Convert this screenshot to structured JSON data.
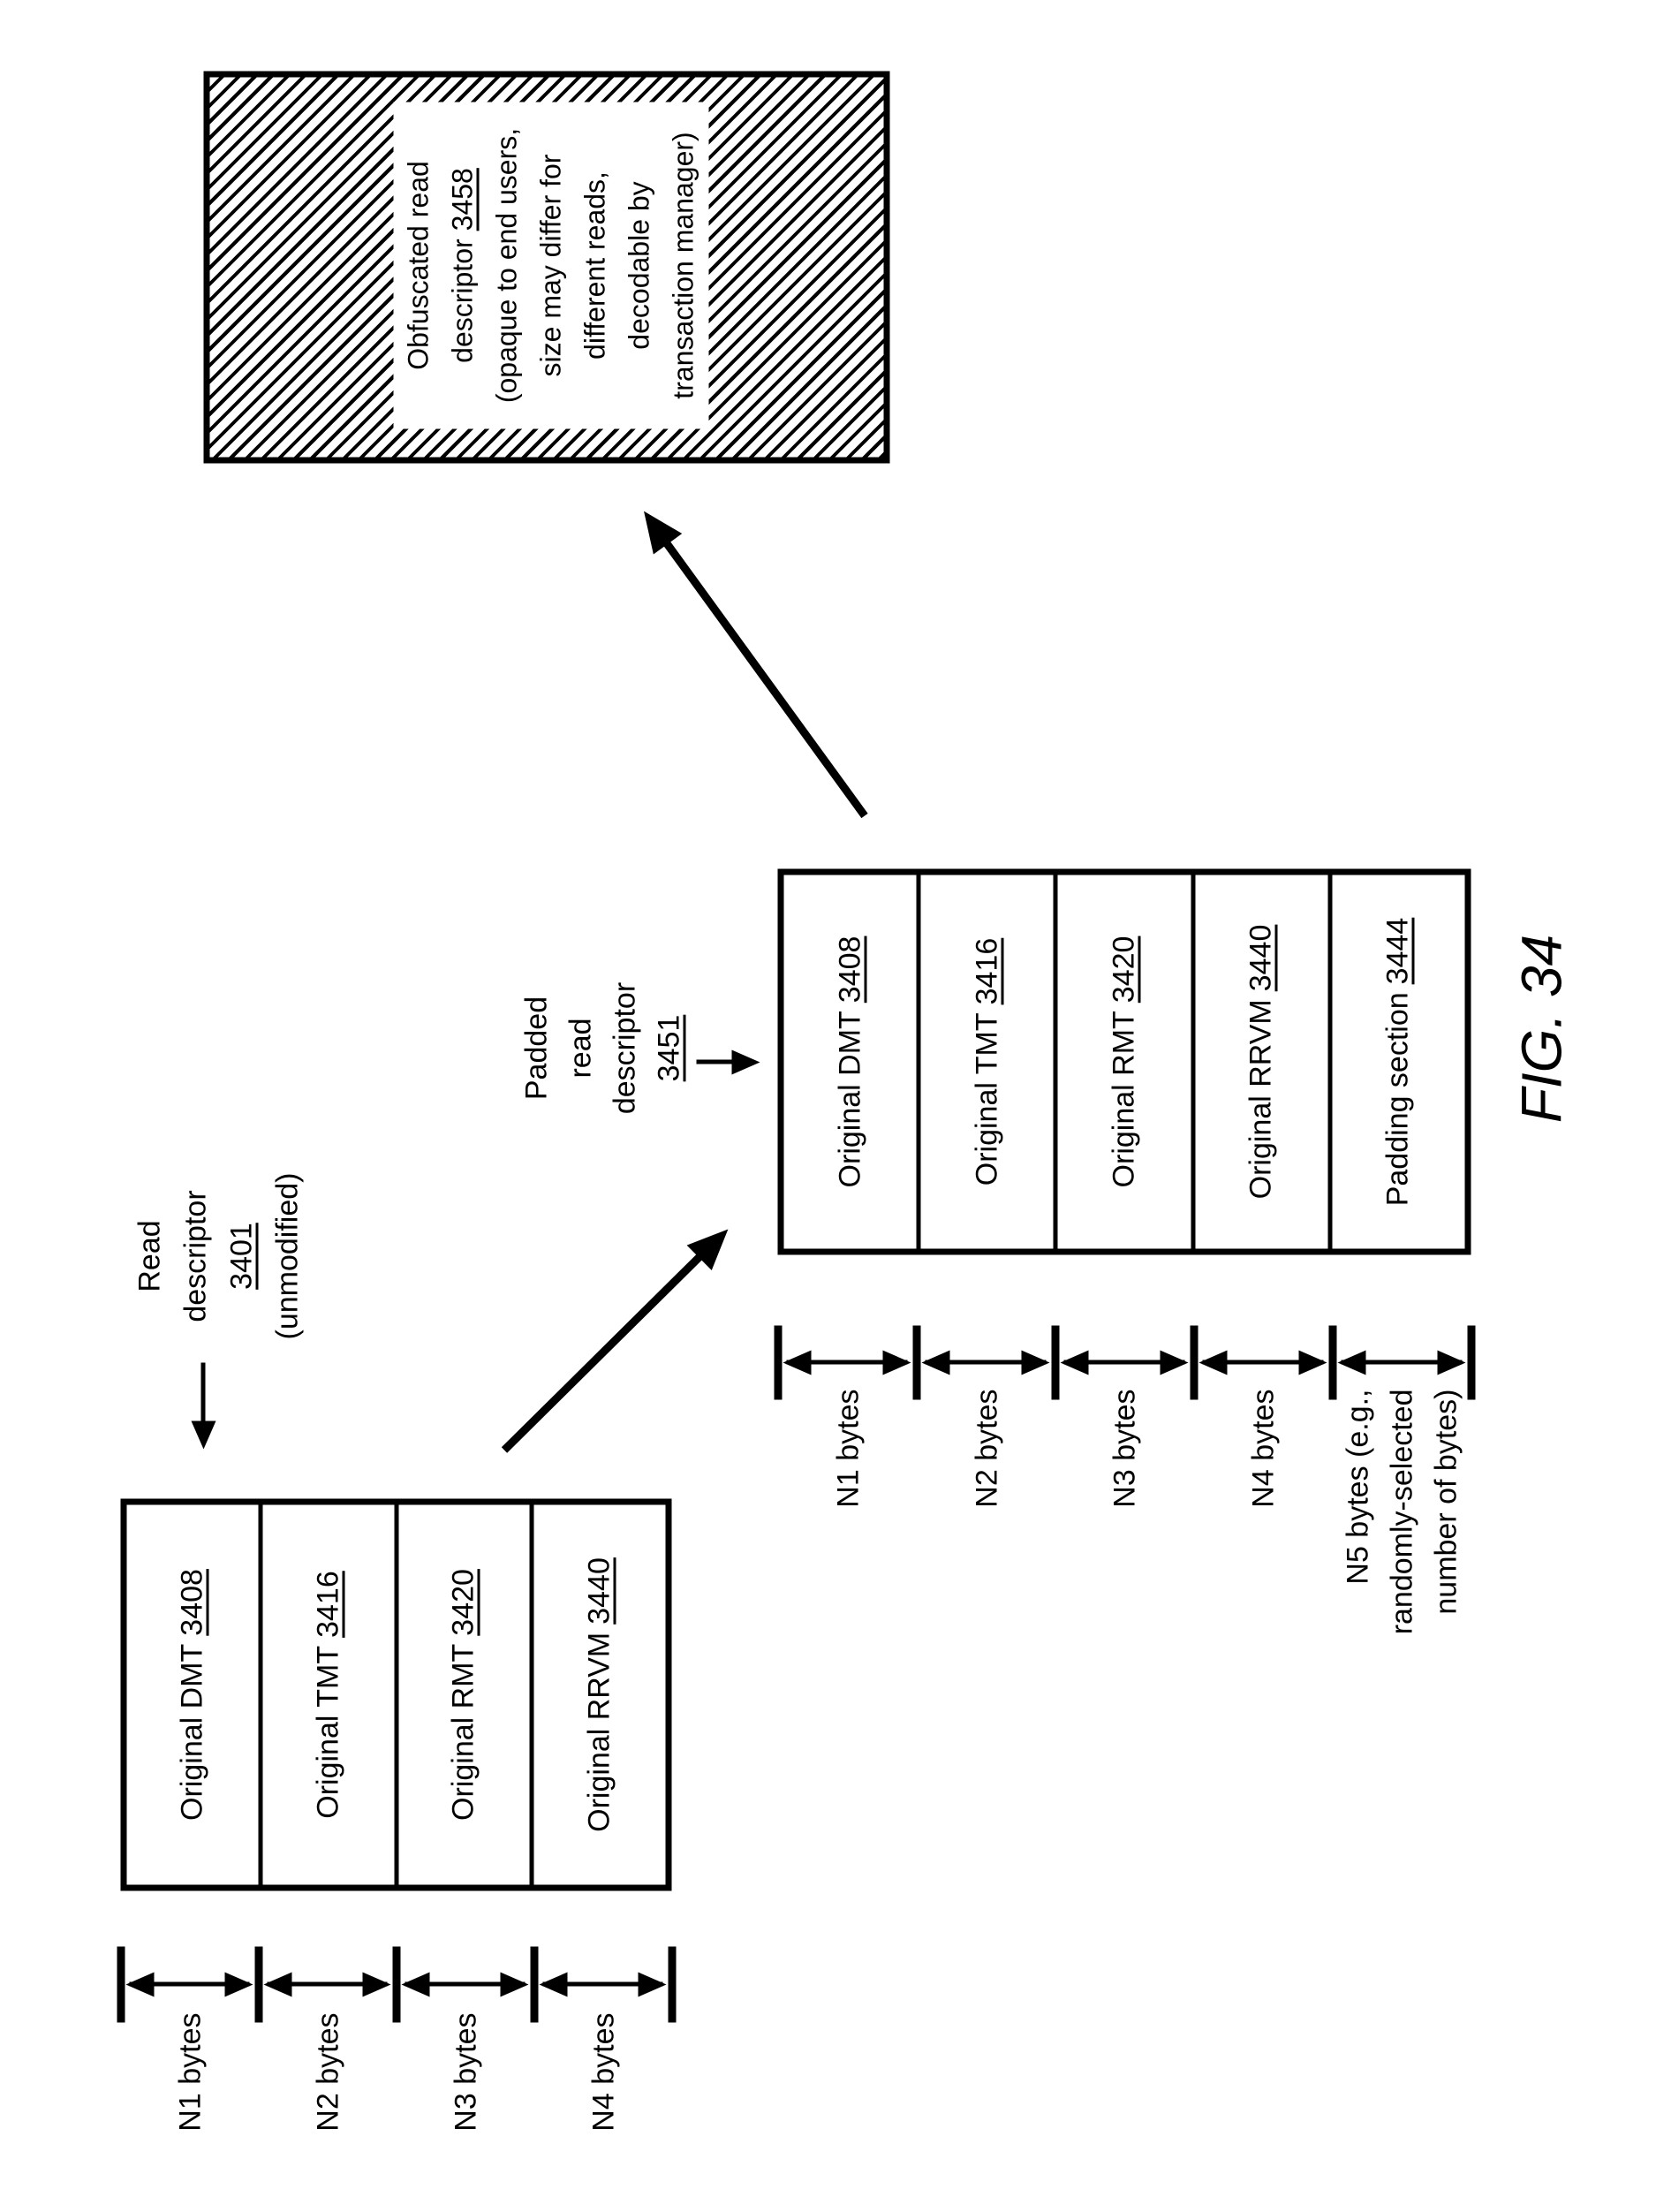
{
  "fig_label": "FIG. 34",
  "colors": {
    "ink": "#000000",
    "paper": "#ffffff"
  },
  "unmodified": {
    "caption": {
      "l1": "Read",
      "l2": "descriptor",
      "ref": "3401",
      "l3": "(unmodified)"
    },
    "rows": [
      {
        "label": "Original DMT",
        "ref": "3408"
      },
      {
        "label": "Original TMT",
        "ref": "3416"
      },
      {
        "label": "Original RMT",
        "ref": "3420"
      },
      {
        "label": "Original RRVM",
        "ref": "3440"
      }
    ],
    "dims": [
      "N1 bytes",
      "N2 bytes",
      "N3 bytes",
      "N4 bytes"
    ]
  },
  "padded": {
    "caption": {
      "l1": "Padded",
      "l2": "read",
      "l3": "descriptor",
      "ref": "3451"
    },
    "rows": [
      {
        "label": "Original DMT",
        "ref": "3408"
      },
      {
        "label": "Original TMT",
        "ref": "3416"
      },
      {
        "label": "Original RMT",
        "ref": "3420"
      },
      {
        "label": "Original RRVM",
        "ref": "3440"
      },
      {
        "label": "Padding section",
        "ref": "3444"
      }
    ],
    "dims": [
      "N1 bytes",
      "N2 bytes",
      "N3 bytes",
      "N4 bytes"
    ],
    "n5": [
      "N5 bytes (e.g.,",
      "randomly-selected",
      "number of bytes)"
    ]
  },
  "obfuscated": {
    "l1": "Obfuscated read",
    "l2_label": "descriptor",
    "l2_ref": "3458",
    "l3": "(opaque to end users,",
    "l4": "size may differ for",
    "l5": "different reads,",
    "l6": "decodable by",
    "l7": "transaction manager)"
  }
}
